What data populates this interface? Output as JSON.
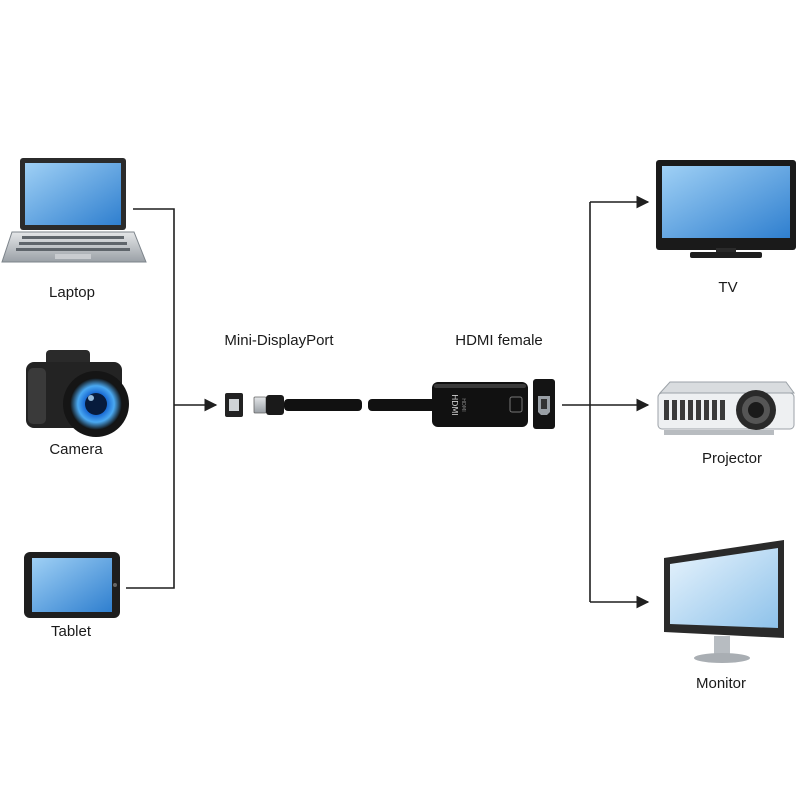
{
  "sources": [
    {
      "label": "Laptop",
      "icon": "laptop-icon"
    },
    {
      "label": "Camera",
      "icon": "camera-icon"
    },
    {
      "label": "Tablet",
      "icon": "tablet-icon"
    }
  ],
  "adapter": {
    "input_label": "Mini-DisplayPort",
    "output_label": "HDMI female",
    "body_text": "HDMI",
    "body_subtext": "HDMI"
  },
  "targets": [
    {
      "label": "TV",
      "icon": "tv-icon"
    },
    {
      "label": "Projector",
      "icon": "projector-icon"
    },
    {
      "label": "Monitor",
      "icon": "monitor-icon"
    }
  ],
  "colors": {
    "line": "#1f1f1f",
    "screen_blue": "#3a8fd6",
    "cable_black": "#111111"
  }
}
